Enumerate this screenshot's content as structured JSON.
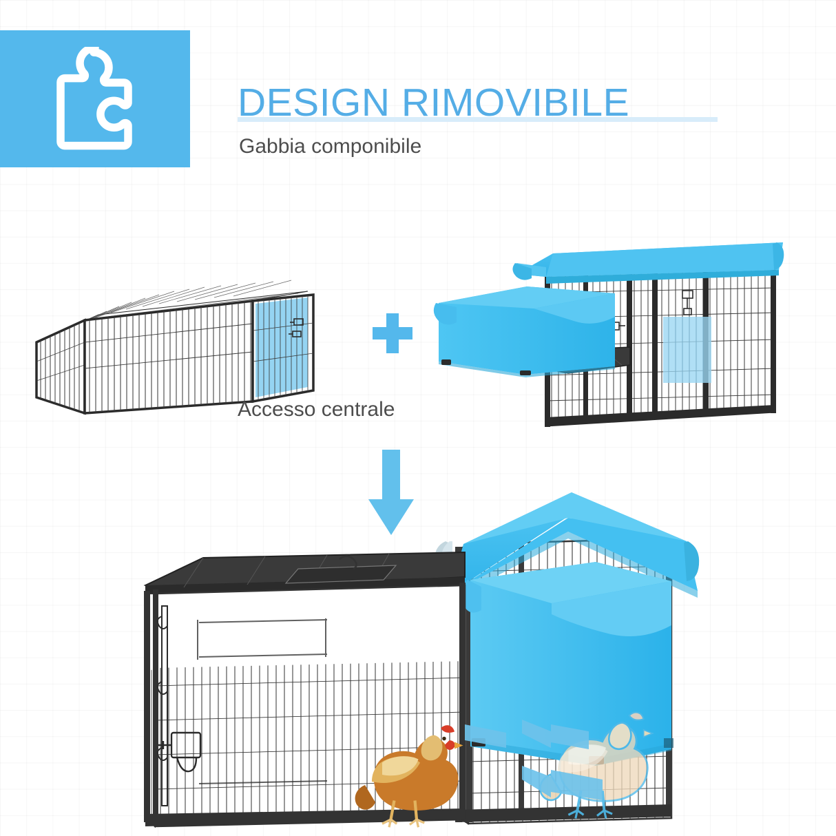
{
  "page": {
    "background": "#ffffff",
    "grid_color": "#f0f0f0",
    "accent_blue": "#54b8ec",
    "title_blue": "#54ade6",
    "divider_blue": "#d8ecfa",
    "text_gray": "#4d4d4d",
    "frame_black": "#2b2b2b"
  },
  "header": {
    "icon_name": "puzzle-piece-icon",
    "title": "DESIGN RIMOVIBILE",
    "subtitle": "Gabbia componibile"
  },
  "captions": {
    "center_access": "Accesso centrale"
  },
  "symbols": {
    "plus": "+",
    "down_arrow": "↓"
  },
  "illustrations": [
    {
      "name": "cage-run-base",
      "position": "top-left",
      "description": "Gabbia metallica rettangolare con rete, porta centrale evidenziata in azzurro",
      "highlight_color": "#78c8ef",
      "frame_color": "#2b2b2b"
    },
    {
      "name": "coop-with-canopy",
      "position": "top-right",
      "description": "Modulo pollaio con tettuccio azzurro, nido laterale azzurro e sportello evidenziato",
      "canopy_color": "#3fbdf0",
      "nestbox_color": "#41bcee",
      "highlight_color": "#9ad6f2",
      "frame_color": "#2b2b2b"
    },
    {
      "name": "assembled-coop",
      "position": "bottom",
      "description": "Gabbia completa assemblata: modulo recinto a sinistra unito al pollaio con tetto a due falde e nido azzurro a destra",
      "canopy_color": "#3fbdf0",
      "nestbox_color": "#41bcee",
      "frame_color": "#3a3a3a",
      "animals": [
        {
          "name": "hen-solid",
          "label": "gallina",
          "style": "colored"
        },
        {
          "name": "hen-ghost",
          "label": "gallina (sagoma)",
          "style": "outlined-blue"
        }
      ],
      "flow_arrows": {
        "direction": "left",
        "count": 2,
        "color": "#6ec2ea"
      }
    }
  ]
}
